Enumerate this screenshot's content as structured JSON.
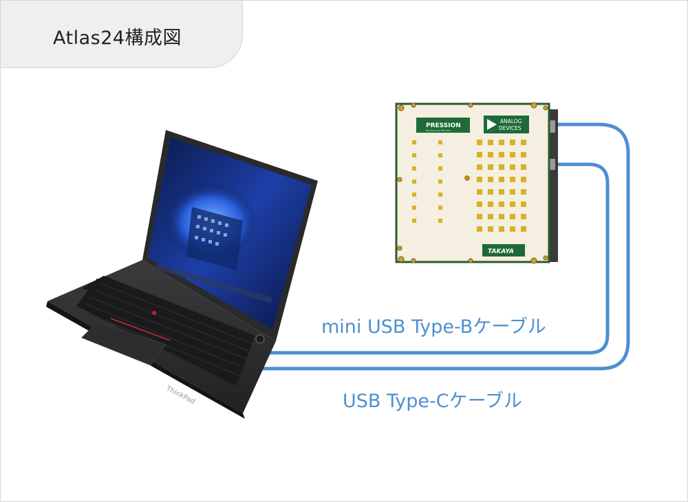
{
  "title": "Atlas24構成図",
  "cables": {
    "mini_usb": "mini USB Type-Bケーブル",
    "usb_c": "USB Type-Cケーブル"
  },
  "laptop": {
    "brand_text": "ThinkPad"
  },
  "board": {
    "logo_impression": "PRESSION",
    "logo_sub": "Solutions by Macnica",
    "logo_analog_1": "ANALOG",
    "logo_analog_2": "DEVICES",
    "logo_takaya": "TAKAYA"
  },
  "colors": {
    "cable": "#4d8fd0",
    "tab_bg": "#efefef"
  }
}
